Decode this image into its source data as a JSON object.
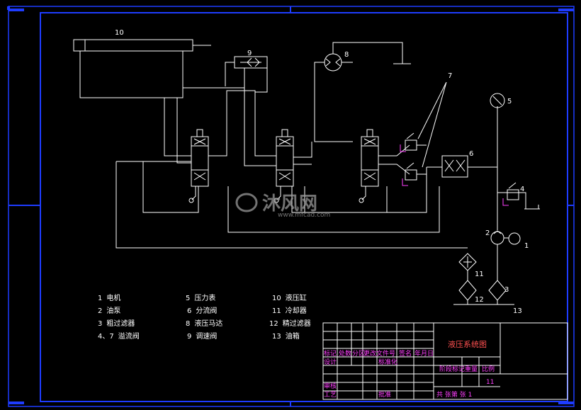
{
  "diagram": {
    "component_numbers": [
      "1",
      "2",
      "3",
      "4",
      "5",
      "6",
      "7",
      "8",
      "9",
      "10",
      "11",
      "12",
      "13"
    ],
    "legend": [
      {
        "num": "1",
        "text": "电机"
      },
      {
        "num": "2",
        "text": "油泵"
      },
      {
        "num": "3",
        "text": "粗过滤器"
      },
      {
        "num": "4、7",
        "text": "溢流阀"
      },
      {
        "num": "5",
        "text": "压力表"
      },
      {
        "num": "6",
        "text": "分流阀"
      },
      {
        "num": "8",
        "text": "液压马达"
      },
      {
        "num": "9",
        "text": "调速阀"
      },
      {
        "num": "10",
        "text": "液压缸"
      },
      {
        "num": "11",
        "text": "冷却器"
      },
      {
        "num": "12",
        "text": "精过滤器"
      },
      {
        "num": "13",
        "text": "油箱"
      }
    ]
  },
  "title_block": {
    "drawing_title": "液压系统图",
    "row_labels": [
      "标记",
      "处数",
      "分区",
      "更改文件号",
      "签名",
      "年月日"
    ],
    "design": "设计",
    "standardize": "标准化",
    "stage_mark": "阶段标记",
    "weight": "重量",
    "scale": "比例",
    "scale_value": "11",
    "review": "审核",
    "process": "工艺",
    "approve": "批准",
    "sheets": "共   张第   张   1"
  },
  "watermark": {
    "brand": "沐风网",
    "url": "www.mfcad.com"
  },
  "colors": {
    "background": "#000000",
    "line": "#ffffff",
    "border": "#1e3cff",
    "title": "#ff5050",
    "accent": "#ff40ff"
  }
}
